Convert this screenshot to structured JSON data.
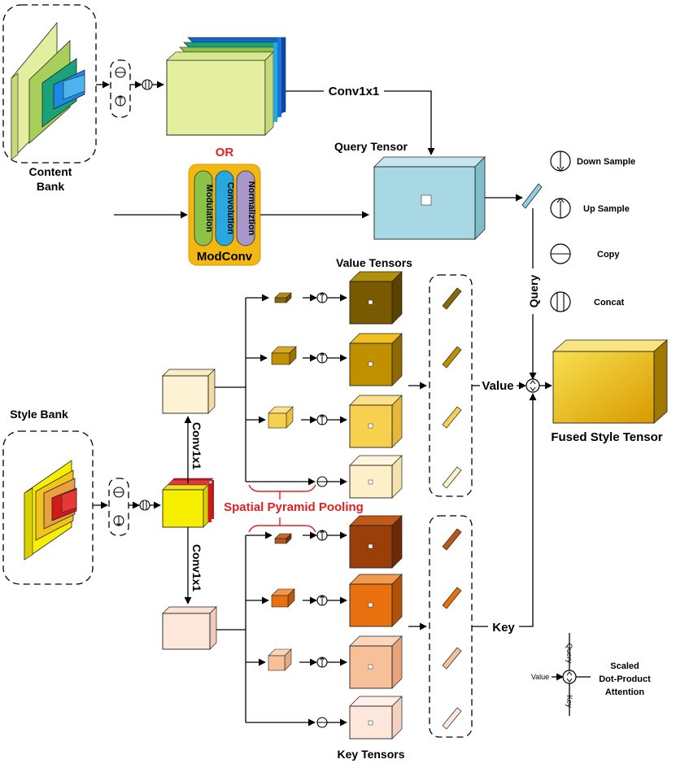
{
  "labels": {
    "content_bank": "Content",
    "content_bank_2": "Bank",
    "conv_top": "Conv1x1",
    "or": "OR",
    "query_tensor": "Query Tensor",
    "modulation": "Modulation",
    "convolution": "Convolution",
    "normalization": "Normaliztion",
    "modconv": "ModConv",
    "value_tensors": "Value Tensors",
    "style_bank": "Style Bank",
    "conv_up": "Conv1x1",
    "conv_down": "Conv1x1",
    "spp": "Spatial Pyramid Pooling",
    "key_tensors": "Key Tensors",
    "query": "Query",
    "value": "Value",
    "key": "Key",
    "fused": "Fused Style Tensor"
  },
  "legend": {
    "down": "Down Sample",
    "up": "Up Sample",
    "copy": "Copy",
    "concat": "Concat",
    "attn_query": "Query",
    "attn_value": "Value",
    "attn_key": "Key",
    "attn_title_1": "Scaled",
    "attn_title_2": "Dot-Product",
    "attn_title_3": "Attention"
  },
  "colors": {
    "content_outer": "#e3ef9f",
    "content_mid": "#8bc34a",
    "content_inner": "#1aa37a",
    "content_core": "#1e88e5",
    "query_tensor": "#a8d8e4",
    "modconv_bg": "#f2b711",
    "modulation": "#8bc34a",
    "convolution": "#29a8e0",
    "normalization": "#a897c8",
    "style_outer": "#f6f000",
    "style_mid": "#f0c419",
    "style_inner": "#e07b18",
    "style_core": "#d11a1a",
    "value_1": "#7a5a00",
    "value_2": "#c09000",
    "value_3": "#f8d050",
    "value_4": "#fdf0c8",
    "key_1": "#9a3e0a",
    "key_2": "#e8700e",
    "key_3": "#f8c098",
    "key_4": "#fde6da",
    "fused": "#e8b800",
    "accent_red": "#e02020"
  }
}
